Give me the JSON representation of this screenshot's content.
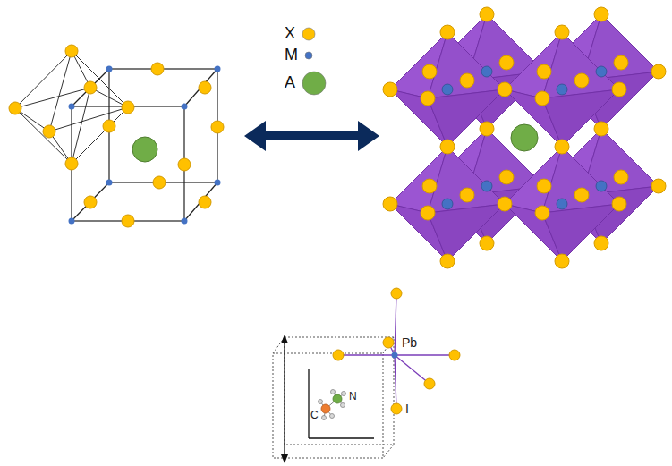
{
  "diagram": {
    "labels": [
      "Pb",
      "I",
      "C",
      "N"
    ],
    "legend": [
      {
        "text": "X",
        "color": "#FFC000"
      },
      {
        "text": "M",
        "color": "#4472C4"
      },
      {
        "text": "A",
        "color": "#70AD47"
      }
    ]
  }
}
